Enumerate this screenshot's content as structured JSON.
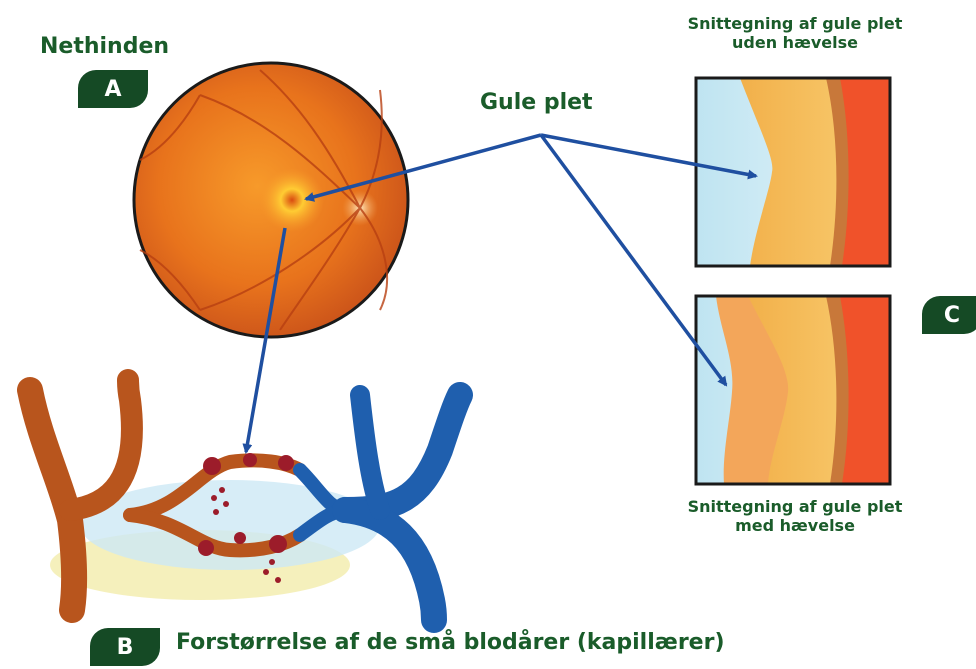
{
  "labels": {
    "nethinden": "Nethinden",
    "gule_plet": "Gule plet",
    "forstorrelse": "Forstørrelse af de små blodårer (kapillærer)",
    "snit_uden_line1": "Snittegning af gule plet",
    "snit_uden_line2": "uden hævelse",
    "snit_med_line1": "Snittegning af gule plet",
    "snit_med_line2": "med hævelse"
  },
  "badges": {
    "a": "A",
    "b": "B",
    "c": "C"
  },
  "colors": {
    "green_text": "#1a5c2a",
    "badge_green": "#154a25",
    "arrow_blue": "#1f4fa0",
    "retina_orange": "#e8731c",
    "artery_brown": "#b8551d",
    "vein_blue": "#1f5fae"
  }
}
